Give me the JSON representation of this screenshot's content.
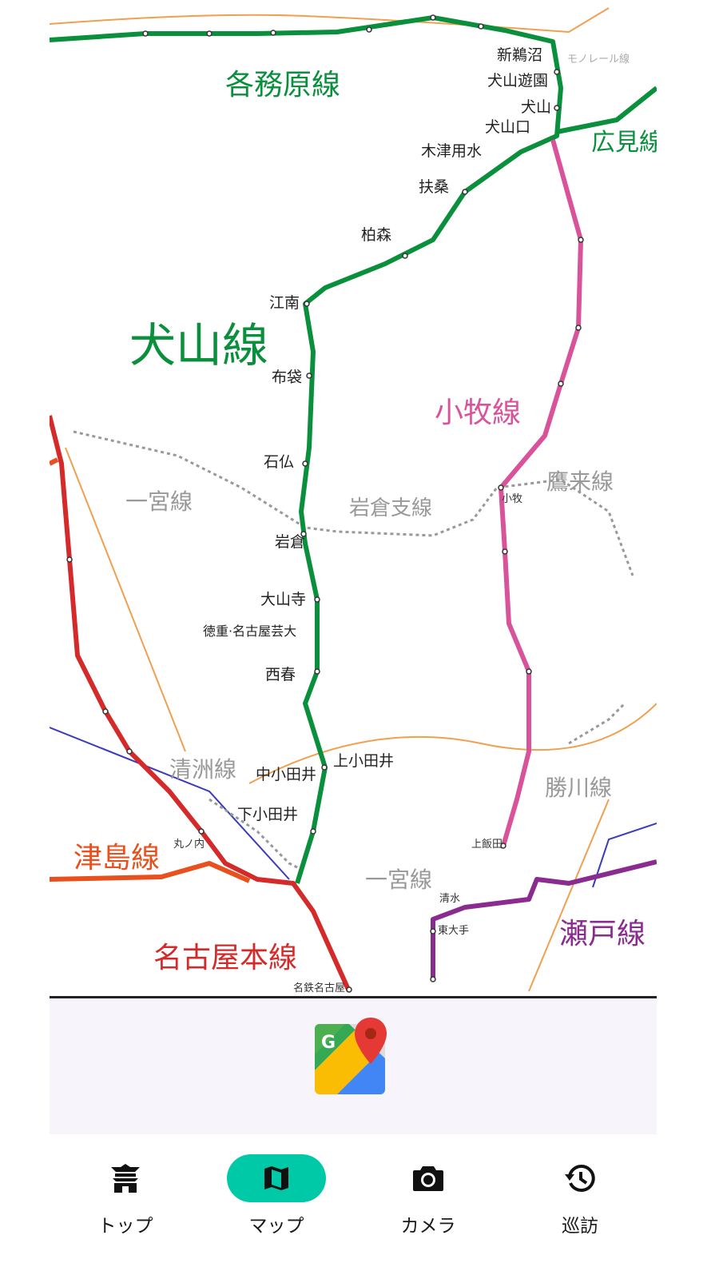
{
  "map": {
    "lines": [
      {
        "name": "各務原線",
        "color": "#0a8f3c"
      },
      {
        "name": "犬山線",
        "color": "#0a8f3c"
      },
      {
        "name": "広見線",
        "color": "#0a8f3c"
      },
      {
        "name": "小牧線",
        "color": "#d9539a"
      },
      {
        "name": "一宮線",
        "color": "#999999"
      },
      {
        "name": "岩倉支線",
        "color": "#999999"
      },
      {
        "name": "鷹来線",
        "color": "#999999"
      },
      {
        "name": "清洲線",
        "color": "#999999"
      },
      {
        "name": "勝川線",
        "color": "#999999"
      },
      {
        "name": "一宮線",
        "color": "#999999"
      },
      {
        "name": "津島線",
        "color": "#e8501e"
      },
      {
        "name": "名古屋本線",
        "color": "#d42a2a"
      },
      {
        "name": "瀬戸線",
        "color": "#8a2b8f"
      }
    ],
    "stations_inuyama": [
      {
        "name": "新鵜沼"
      },
      {
        "name": "犬山遊園"
      },
      {
        "name": "犬山"
      },
      {
        "name": "犬山口"
      },
      {
        "name": "木津用水"
      },
      {
        "name": "扶桑"
      },
      {
        "name": "柏森"
      },
      {
        "name": "江南"
      },
      {
        "name": "布袋"
      },
      {
        "name": "石仏"
      },
      {
        "name": "岩倉"
      },
      {
        "name": "大山寺"
      },
      {
        "name": "徳重·名古屋芸大"
      },
      {
        "name": "西春"
      },
      {
        "name": "上小田井"
      },
      {
        "name": "中小田井"
      },
      {
        "name": "下小田井"
      }
    ],
    "stations_komaki": [
      {
        "name": "上飯田"
      },
      {
        "name": "小牧"
      }
    ],
    "small_labels": [
      {
        "name": "モノレール線"
      },
      {
        "name": "名鉄名古屋"
      },
      {
        "name": "東大手"
      },
      {
        "name": "丸ノ内"
      },
      {
        "name": "清水"
      }
    ]
  },
  "google_maps": {
    "icon": "google-maps-icon",
    "letter": "G"
  },
  "nav": {
    "items": [
      {
        "label": "トップ",
        "icon": "castle-icon",
        "active": false
      },
      {
        "label": "マップ",
        "icon": "map-icon",
        "active": true
      },
      {
        "label": "カメラ",
        "icon": "camera-icon",
        "active": false
      },
      {
        "label": "巡訪",
        "icon": "history-icon",
        "active": false
      }
    ],
    "accent_color": "#00c9a7"
  }
}
